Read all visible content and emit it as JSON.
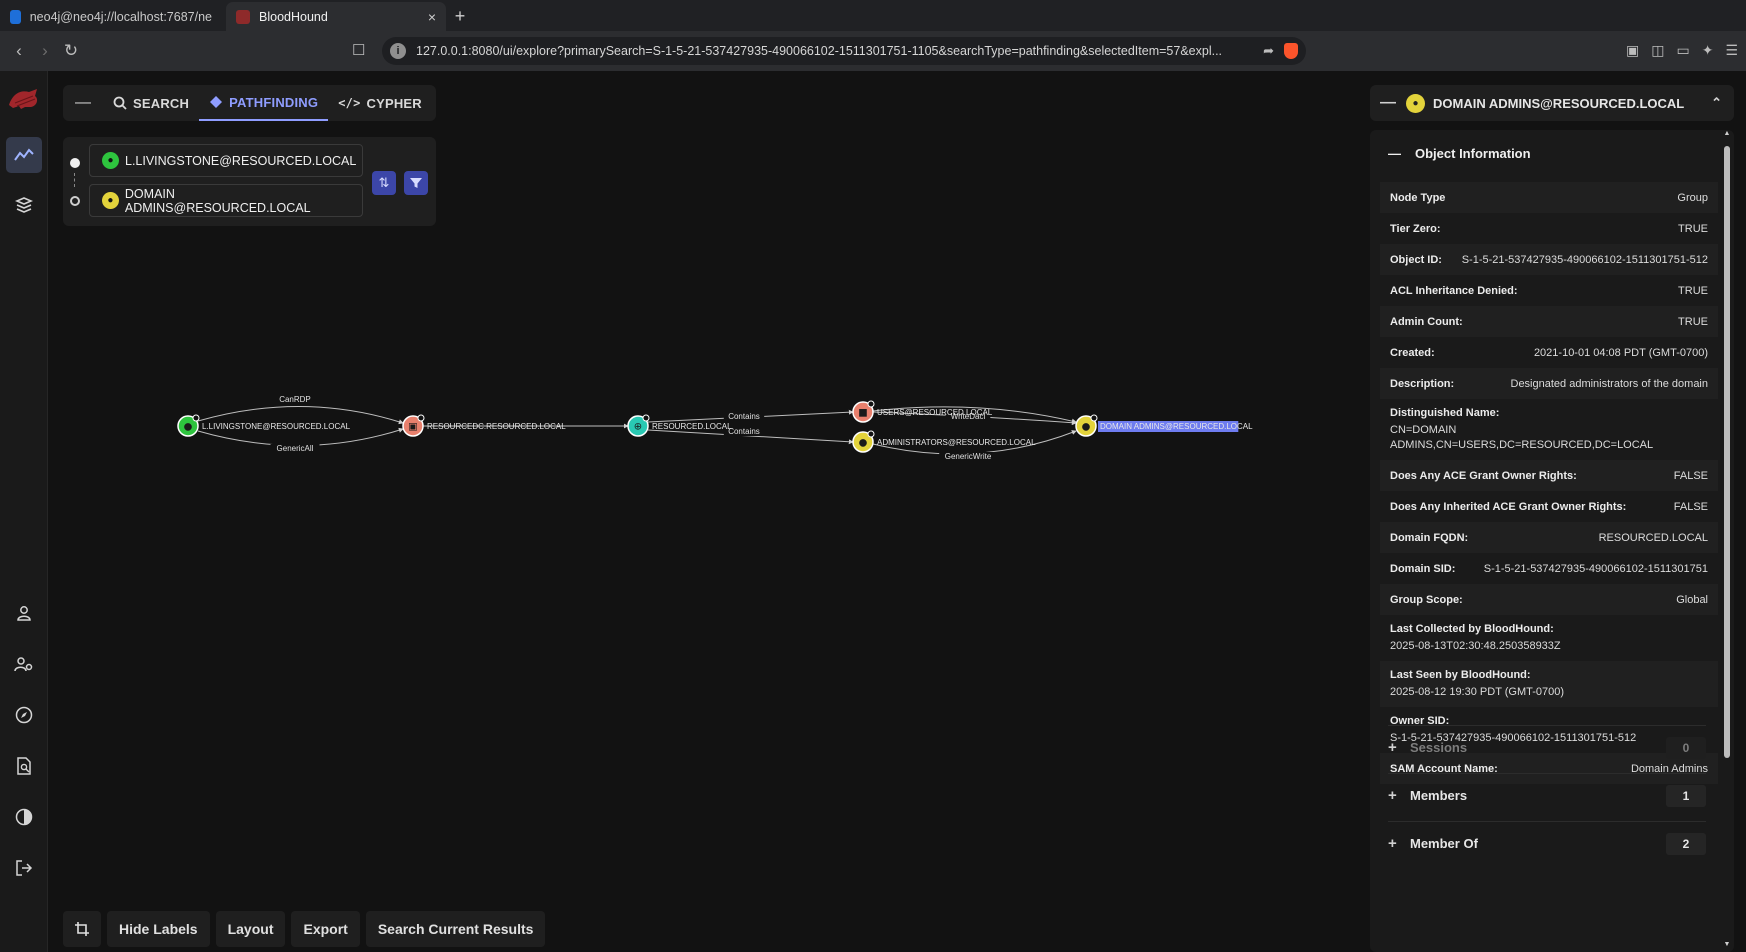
{
  "browser": {
    "tabs": [
      {
        "title": "neo4j@neo4j://localhost:7687/ne",
        "active": false
      },
      {
        "title": "BloodHound",
        "active": true
      }
    ],
    "url": "127.0.0.1:8080/ui/explore?primarySearch=S-1-5-21-537427935-490066102-1511301751-1105&searchType=pathfinding&selectedItem=57&expl...",
    "close_glyph": "×",
    "newtab_glyph": "+"
  },
  "modes": {
    "search": "SEARCH",
    "pathfinding": "PATHFINDING",
    "cypher": "CYPHER",
    "active": "pathfinding"
  },
  "pathfinding": {
    "start": "L.LIVINGSTONE@RESOURCED.LOCAL",
    "end": "DOMAIN ADMINS@RESOURCED.LOCAL"
  },
  "graph": {
    "nodes": [
      {
        "id": "n1",
        "label": "L.LIVINGSTONE@RESOURCED.LOCAL",
        "kind": "user",
        "color": "#2ec43e"
      },
      {
        "id": "n2",
        "label": "RESOURCEDC.RESOURCED.LOCAL",
        "kind": "computer",
        "color": "#e8806d"
      },
      {
        "id": "n3",
        "label": "RESOURCED.LOCAL",
        "kind": "domain",
        "color": "#29c9b3"
      },
      {
        "id": "n4",
        "label": "USERS@RESOURCED.LOCAL",
        "kind": "container",
        "color": "#e8806d"
      },
      {
        "id": "n5",
        "label": "ADMINISTRATORS@RESOURCED.LOCAL",
        "kind": "group",
        "color": "#e3d33b"
      },
      {
        "id": "n6",
        "label": "DOMAIN ADMINS@RESOURCED.LOCAL",
        "kind": "group",
        "color": "#e3d33b",
        "selected": true
      }
    ],
    "edges": [
      {
        "label": "CanRDP"
      },
      {
        "label": "GenericAll"
      },
      {
        "label": "Contains"
      },
      {
        "label": "Contains"
      },
      {
        "label": "Contains"
      },
      {
        "label": "WriteDacl"
      },
      {
        "label": "GenericWrite"
      }
    ]
  },
  "bottom_buttons": {
    "hide_labels": "Hide Labels",
    "layout": "Layout",
    "export": "Export",
    "search_current": "Search Current Results"
  },
  "panel": {
    "title": "DOMAIN ADMINS@RESOURCED.LOCAL",
    "section": "Object Information",
    "properties": [
      {
        "k": "Node Type",
        "v": "Group"
      },
      {
        "k": "Tier Zero:",
        "v": "TRUE"
      },
      {
        "k": "Object ID:",
        "v": "S-1-5-21-537427935-490066102-1511301751-512"
      },
      {
        "k": "ACL Inheritance Denied:",
        "v": "TRUE"
      },
      {
        "k": "Admin Count:",
        "v": "TRUE"
      },
      {
        "k": "Created:",
        "v": "2021-10-01 04:08 PDT (GMT-0700)"
      },
      {
        "k": "Description:",
        "v": "Designated administrators of the domain"
      },
      {
        "k": "Distinguished Name:",
        "v": "CN=DOMAIN ADMINS,CN=USERS,DC=RESOURCED,DC=LOCAL",
        "block": true
      },
      {
        "k": "Does Any ACE Grant Owner Rights:",
        "v": "FALSE"
      },
      {
        "k": "Does Any Inherited ACE Grant Owner Rights:",
        "v": "FALSE"
      },
      {
        "k": "Domain FQDN:",
        "v": "RESOURCED.LOCAL"
      },
      {
        "k": "Domain SID:",
        "v": "S-1-5-21-537427935-490066102-1511301751"
      },
      {
        "k": "Group Scope:",
        "v": "Global"
      },
      {
        "k": "Last Collected by BloodHound:",
        "v": "2025-08-13T02:30:48.250358933Z",
        "block": true
      },
      {
        "k": "Last Seen by BloodHound:",
        "v": "2025-08-12 19:30 PDT (GMT-0700)",
        "block": true
      },
      {
        "k": "Owner SID:",
        "v": "S-1-5-21-537427935-490066102-1511301751-512",
        "block": true
      },
      {
        "k": "SAM Account Name:",
        "v": "Domain Admins"
      }
    ],
    "sections": [
      {
        "label": "Sessions",
        "count": "0",
        "disabled": true
      },
      {
        "label": "Members",
        "count": "1",
        "disabled": false
      },
      {
        "label": "Member Of",
        "count": "2",
        "disabled": false
      }
    ]
  },
  "colors": {
    "accent": "#8f9dff",
    "selected_node_bg": "#6e7cf0"
  }
}
